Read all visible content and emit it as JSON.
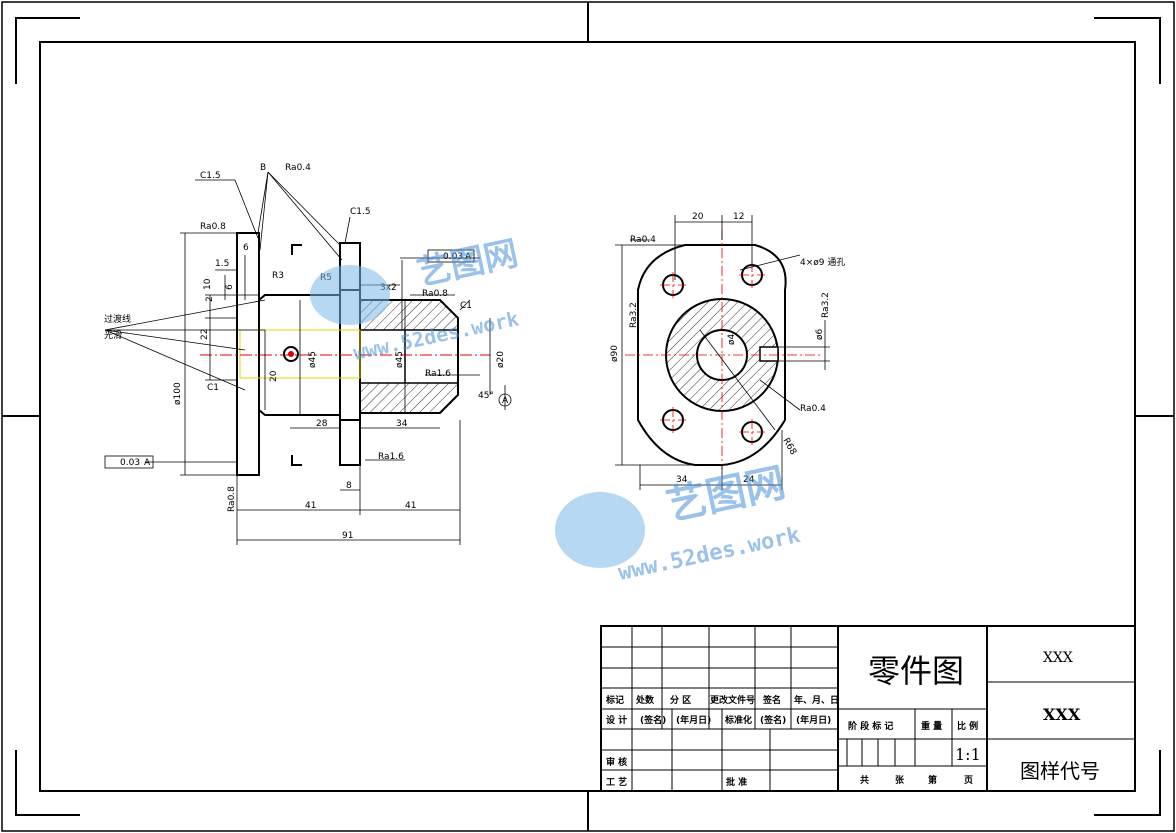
{
  "drawing": {
    "front_view": {
      "datum_label": "B",
      "roughness_top": "Ra0.4",
      "chamfer_left": "C1.5",
      "chamfer_right": "C1.5",
      "roughness_left_face": "Ra0.8",
      "roughness_right_bore": "Ra0.8",
      "roughness_inner": "Ra1.6",
      "roughness_bottom_flange": "Ra1.6",
      "roughness_bottom_left": "Ra0.8",
      "geom_tol_top": "0.03",
      "geom_tol_top_ref": "A",
      "geom_tol_left": "0.03",
      "geom_tol_left_ref": "A",
      "chamfer_c1_right": "C1",
      "chamfer_c1_left": "C1",
      "radius_r3": "R3",
      "radius_r5": "R5",
      "groove": "3x2",
      "angle": "45°",
      "datum_a": "A",
      "side_note_line1": "过渡线",
      "side_note_line2": "光滑",
      "dim_6": "6",
      "dim_15": "1.5",
      "dim_2": "2",
      "dim_10": "10",
      "dim_6b": "6",
      "dim_22": "22",
      "dim_20": "20",
      "dim_dia100": "ø100",
      "dim_dia45a": "ø45",
      "dim_dia45b": "ø45",
      "dim_dia20": "ø20",
      "dim_28": "28",
      "dim_34": "34",
      "dim_8": "8",
      "dim_41a": "41",
      "dim_41b": "41",
      "dim_91": "91"
    },
    "side_view": {
      "roughness_top": "Ra0.4",
      "roughness_left": "Ra3.2",
      "roughness_right": "Ra3.2",
      "roughness_bottom": "Ra0.4",
      "holes_note": "4×ø9 通孔",
      "dim_20": "20",
      "dim_12": "12",
      "dim_dia90": "ø90",
      "dim_dia4": "ø4",
      "dim_dia6": "ø6",
      "dim_34": "34",
      "dim_24": "24",
      "dim_r68": "R68"
    }
  },
  "watermark": {
    "brand_1": "艺图网",
    "url_1": "www.52des.work",
    "brand_2": "艺图网",
    "url_2": "www.52des.work"
  },
  "title_block": {
    "part_name": "零件图",
    "company": "XXX",
    "material": "XXX",
    "drawing_no": "图样代号",
    "scale": "1:1",
    "row_labels": {
      "mark": "标记",
      "count": "处数",
      "zone": "分 区",
      "change_doc": "更改文件号",
      "sign": "签名",
      "date": "年、月、日",
      "design": "设 计",
      "sign_paren": "(签名)",
      "date_paren": "(年月日)",
      "standard": "标准化",
      "sign_paren2": "(签名)",
      "date_paren2": "(年月日)",
      "review": "审 核",
      "process": "工 艺",
      "approve": "批 准",
      "stage_mark": "阶 段 标 记",
      "weight": "重 量",
      "ratio": "比 例",
      "total": "共",
      "sheet": "张",
      "number": "第",
      "page": "页"
    }
  }
}
